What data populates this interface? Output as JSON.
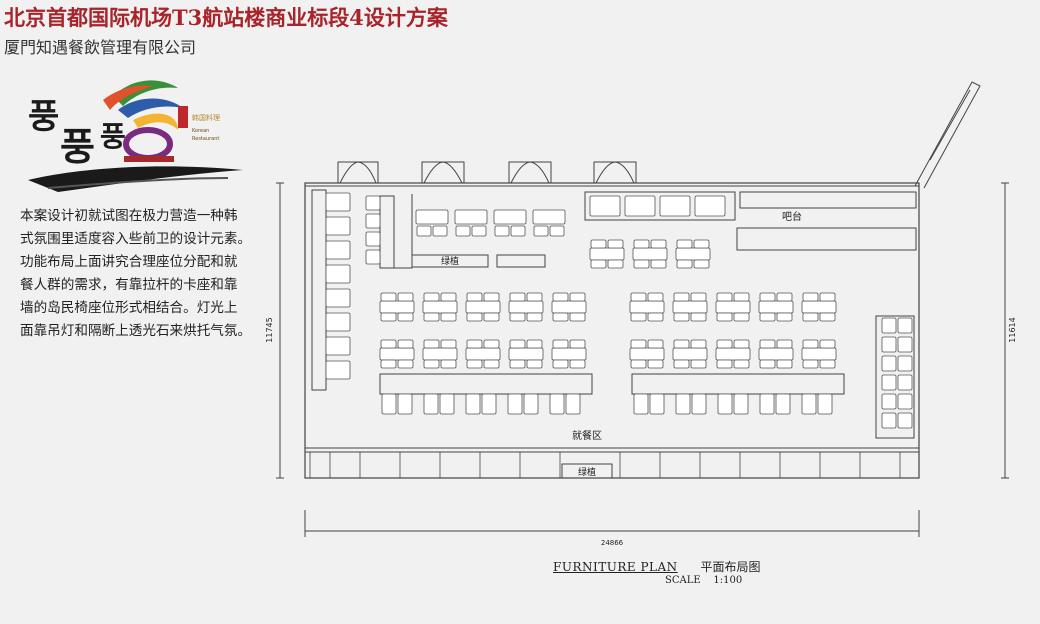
{
  "header": {
    "title": "北京首都国际机场T3航站楼商业标段4设计方案",
    "subtitle": "厦門知遇餐飲管理有限公司"
  },
  "logo": {
    "glyphs": "풍 풍",
    "seal_text": "韩国料理",
    "colors": [
      "#e0522a",
      "#3b8f3a",
      "#2d5ca8",
      "#f2b431",
      "#7a2a80",
      "#a52a2a"
    ]
  },
  "description": [
    "本案设计初就试图在极力营造一种韩",
    "式氛围里适度容入些前卫的设计元素。",
    "功能布局上面讲究合理座位分配和就",
    "餐人群的需求，有靠拉杆的卡座和靠",
    "墙的岛民椅座位形式相结合。灯光上",
    "面靠吊灯和隔断上透光石来烘托气氛。"
  ],
  "plan": {
    "labels": {
      "bar": "吧台",
      "planter_top": "绿植",
      "planter_bottom": "绿植",
      "dining": "就餐区"
    },
    "dimensions": {
      "left": "11745",
      "right": "11614",
      "bottom": "24866"
    }
  },
  "footer": {
    "plan_title": "FURNITURE PLAN",
    "plan_title_cn": "平面布局图",
    "scale_label": "SCALE",
    "scale_value": "1:100"
  }
}
